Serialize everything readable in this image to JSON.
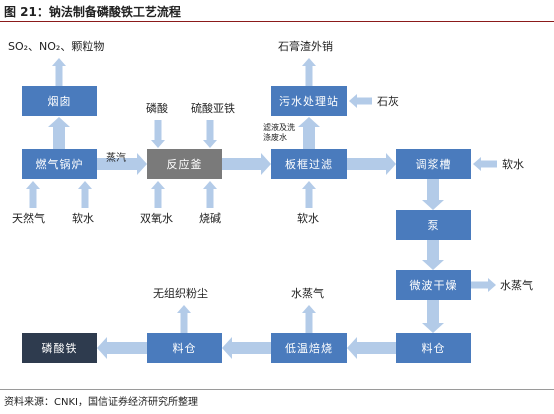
{
  "title": "图 21：钠法制备磷酸铁工艺流程",
  "source": "资料来源：CNKI，国信证券经济研究所整理",
  "colors": {
    "box": "#4a7bbd",
    "box_gray": "#7a7a7a",
    "box_dark": "#2e3b4e",
    "arrow": "#b3cbe8"
  },
  "nodes": {
    "chimney": "烟囱",
    "boiler": "燃气锅炉",
    "reactor": "反应釜",
    "sewage": "污水处理站",
    "filter": "板框过滤",
    "slurry": "调浆槽",
    "pump": "泵",
    "dryer": "微波干燥",
    "silo_right": "料仓",
    "calcination": "低温焙烧",
    "silo_left": "料仓",
    "product": "磷酸铁"
  },
  "edge_labels": {
    "steam": "蒸汽",
    "filtrate": "滤液及洗涤废水"
  },
  "inputs": {
    "natural_gas": "天然气",
    "soft_water_boiler": "软水",
    "phosphoric_acid": "磷酸",
    "ferrous_sulfate": "硫酸亚铁",
    "hydrogen_peroxide": "双氧水",
    "caustic_soda": "烧碱",
    "lime": "石灰",
    "soft_water_filter": "软水",
    "soft_water_slurry": "软水"
  },
  "outputs": {
    "emissions": "SO₂、NO₂、颗粒物",
    "gypsum": "石膏渣外销",
    "steam_dryer": "水蒸气",
    "steam_calcination": "水蒸气",
    "dust": "无组织粉尘"
  }
}
